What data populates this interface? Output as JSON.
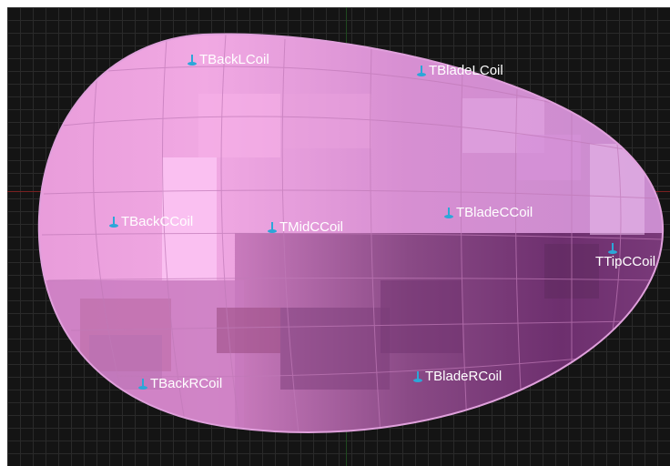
{
  "viewport": {
    "background": "#141414",
    "mesh_color": "#d36fc9"
  },
  "coils": [
    {
      "name": "TBackLCoil"
    },
    {
      "name": "TBladeLCoil"
    },
    {
      "name": "TBackCCoil"
    },
    {
      "name": "TMidCCoil"
    },
    {
      "name": "TBladeCCoil"
    },
    {
      "name": "TTipCCoil"
    },
    {
      "name": "TBackRCoil"
    },
    {
      "name": "TBladeRCoil"
    }
  ],
  "icons": {
    "coil_marker": "coil-marker-icon"
  }
}
